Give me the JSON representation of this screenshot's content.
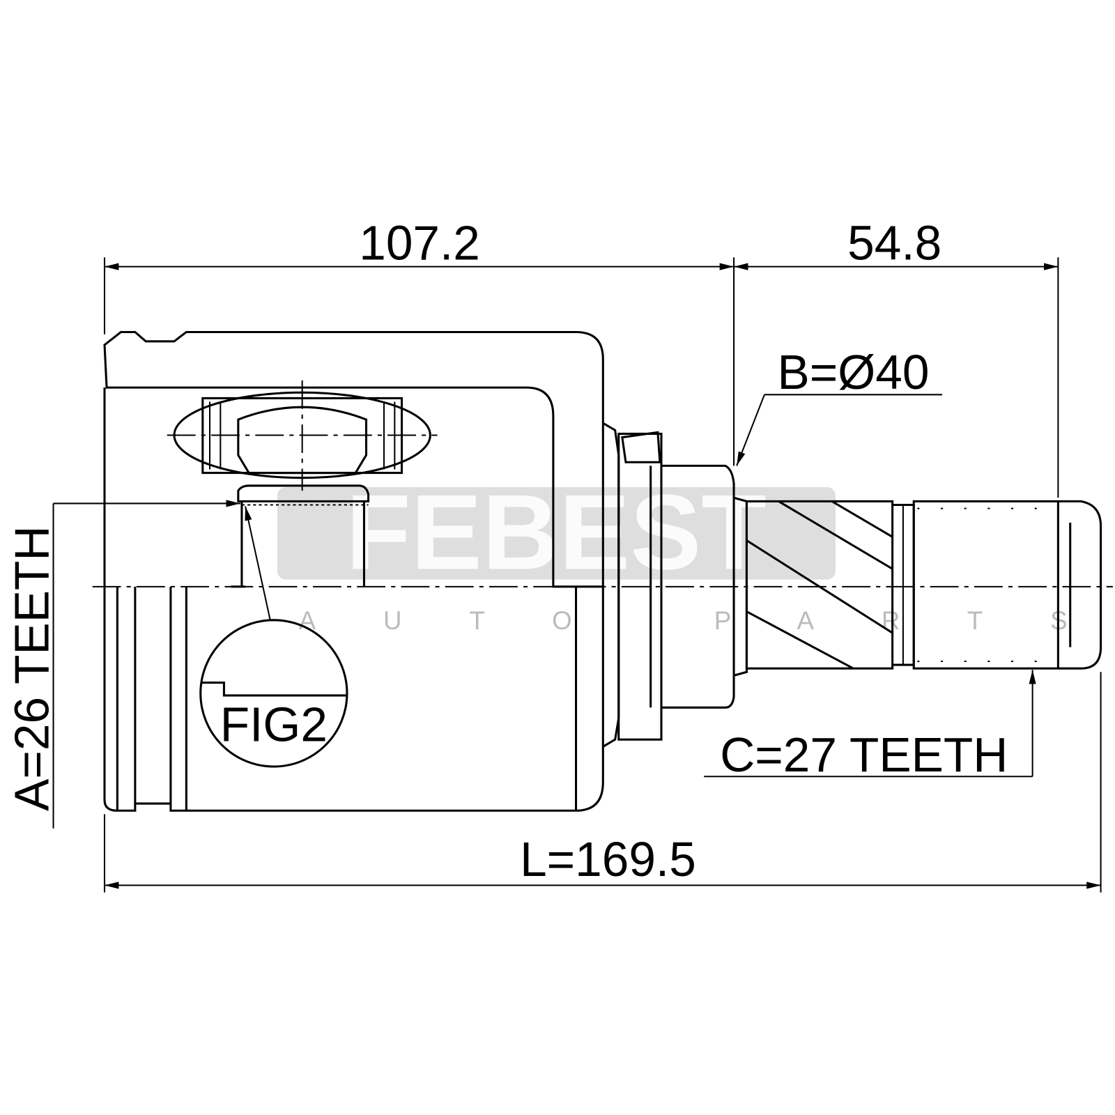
{
  "dimensions": {
    "top_left": "107.2",
    "top_right": "54.8",
    "overall_length": "L=169.5",
    "diameter_b": "B=Ø40",
    "teeth_a": "A=26 TEETH",
    "teeth_c": "C=27 TEETH",
    "detail_label": "FIG2"
  },
  "watermark": {
    "brand": "FEBEST",
    "subtitle": "AUTO PARTS"
  },
  "colors": {
    "line": "#000000",
    "watermark": "#cccccc"
  }
}
